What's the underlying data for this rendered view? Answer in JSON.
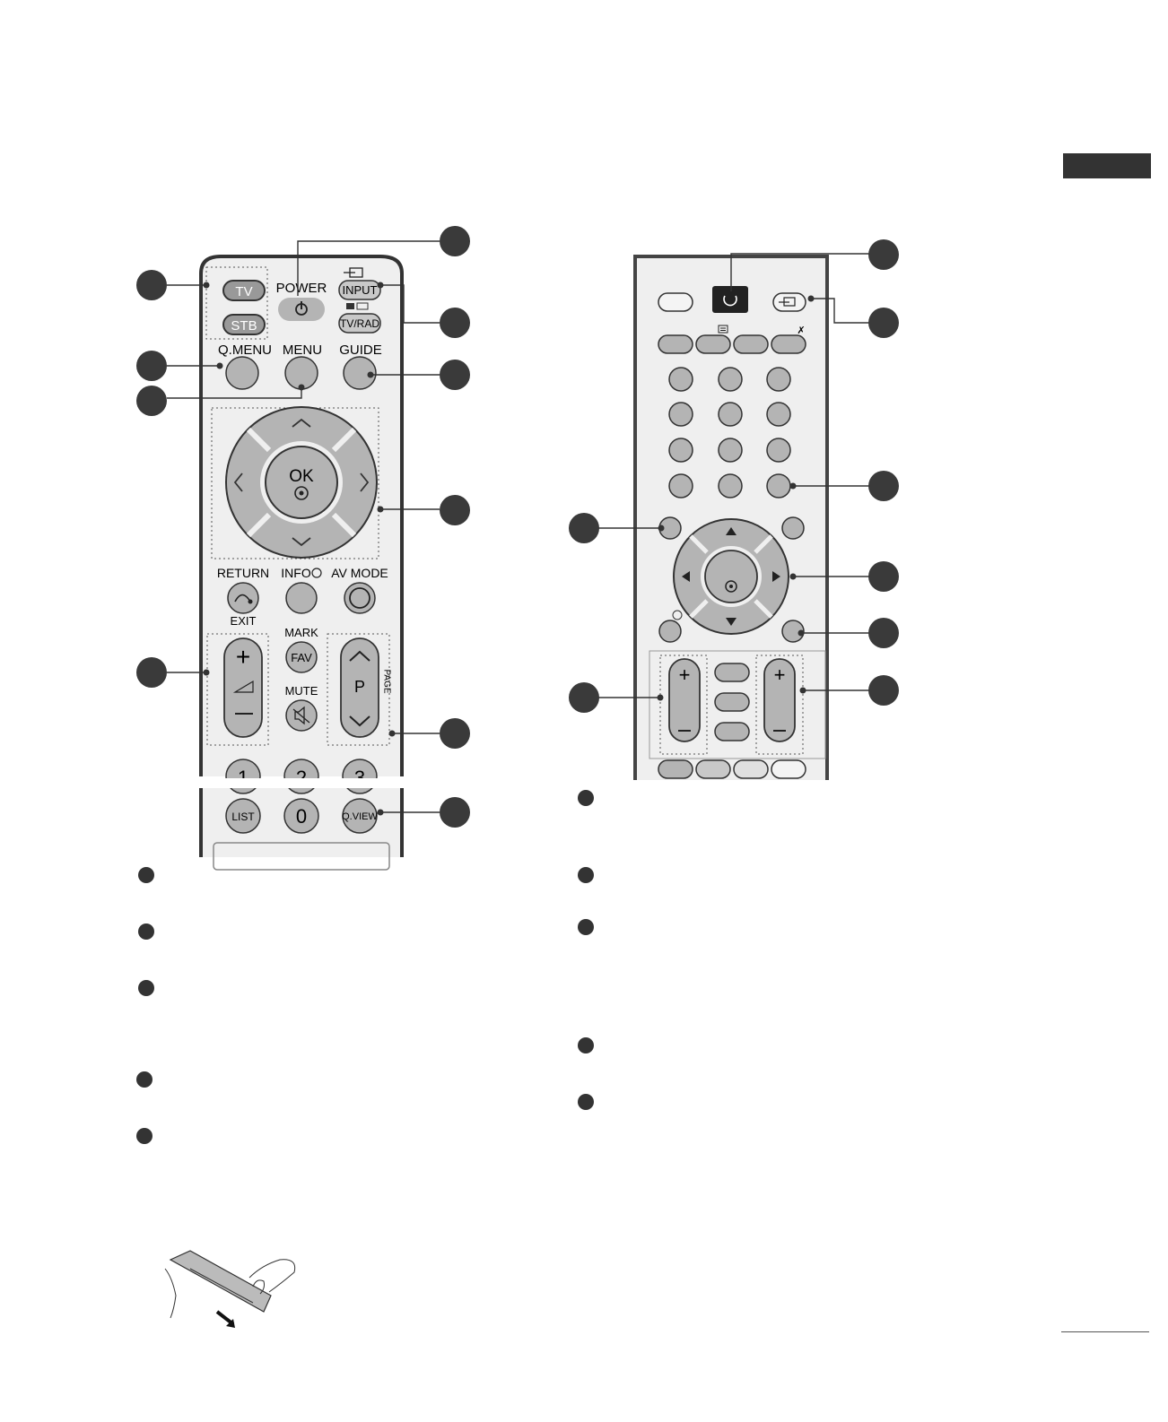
{
  "remote_left": {
    "labels": {
      "tv": "TV",
      "stb": "STB",
      "power": "POWER",
      "input": "INPUT",
      "tv_rad": "TV/RAD",
      "q_menu": "Q.MENU",
      "menu": "MENU",
      "guide": "GUIDE",
      "ok": "OK",
      "return": "RETURN",
      "exit": "EXIT",
      "info": "INFO",
      "av_mode": "AV MODE",
      "mark": "MARK",
      "fav": "FAV",
      "mute": "MUTE",
      "p": "P",
      "page": "PAGE",
      "num1": "1",
      "num2": "2",
      "num3": "3",
      "list": "LIST",
      "num0": "0",
      "q_view": "Q.VIEW"
    }
  },
  "icons": {
    "power": "power-icon",
    "input": "input-icon",
    "return": "return-arrow-icon",
    "info": "info-icon",
    "mute": "mute-speaker-icon",
    "volume": "volume-ramp-icon",
    "teletext": "teletext-icon",
    "battery_hands": "battery-cover-illustration"
  },
  "colors": {
    "button_gray": "#b4b4b4",
    "body_light": "#efefef",
    "outline": "#333333",
    "callout": "#3a3a3a"
  }
}
